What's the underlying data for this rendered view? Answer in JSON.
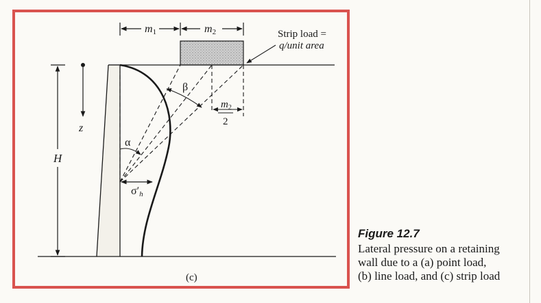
{
  "figure": {
    "labels": {
      "m1": "m",
      "m1_sub": "1",
      "m2": "m",
      "m2_sub": "2",
      "strip_load_line1": "Strip load  =",
      "strip_load_line2": "q/unit area",
      "beta": "β",
      "m2_half_num": "m",
      "m2_half_sub": "2",
      "m2_half_den": "2",
      "z": "z",
      "alpha": "α",
      "H": "H",
      "sigma": "σ′",
      "sigma_sub": "h",
      "panel": "(c)"
    }
  },
  "caption": {
    "title": "Figure 12.7",
    "lines": [
      "Lateral pressure on a retaining",
      "wall due to a (a) point load,",
      "(b) line load, and (c) strip load"
    ]
  },
  "colors": {
    "frame": "#d9534f",
    "ink": "#1a1a1a",
    "load_fill": "#bdbdbd"
  }
}
